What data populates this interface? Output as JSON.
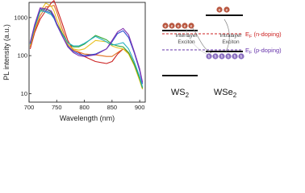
{
  "chart_data": {
    "type": "line",
    "xlabel": "Wavelength (nm)",
    "ylabel": "PL intensity (a.u.)",
    "xlim": [
      700,
      910
    ],
    "ylim": [
      6,
      2500
    ],
    "yscale": "log",
    "xticks": [
      "700",
      "750",
      "800",
      "850",
      "900"
    ],
    "yticks": [
      "10",
      "100",
      "1000"
    ],
    "grid": false,
    "series": [
      {
        "color": "#cc2222",
        "x": [
          702,
          710,
          720,
          730,
          740,
          745,
          750,
          760,
          770,
          780,
          790,
          800,
          820,
          840,
          850,
          860,
          870,
          880,
          890,
          900,
          905
        ],
        "y": [
          150,
          400,
          900,
          1500,
          2400,
          2800,
          1800,
          700,
          250,
          140,
          120,
          95,
          70,
          62,
          70,
          110,
          150,
          120,
          60,
          25,
          14
        ]
      },
      {
        "color": "#e07020",
        "x": [
          702,
          710,
          720,
          730,
          740,
          745,
          750,
          760,
          770,
          780,
          790,
          800,
          820,
          840,
          850,
          860,
          870,
          880,
          890,
          900,
          905
        ],
        "y": [
          170,
          450,
          1100,
          1900,
          2000,
          2100,
          1400,
          500,
          200,
          140,
          125,
          110,
          105,
          95,
          95,
          120,
          150,
          120,
          60,
          25,
          14
        ]
      },
      {
        "color": "#e8c020",
        "x": [
          702,
          710,
          720,
          730,
          740,
          745,
          750,
          760,
          770,
          780,
          790,
          800,
          820,
          840,
          850,
          860,
          870,
          880,
          890,
          900,
          905
        ],
        "y": [
          190,
          500,
          1400,
          2400,
          2000,
          1500,
          900,
          400,
          190,
          150,
          140,
          150,
          250,
          230,
          180,
          160,
          150,
          110,
          55,
          22,
          13
        ]
      },
      {
        "color": "#33a833",
        "x": [
          702,
          710,
          720,
          730,
          740,
          745,
          750,
          760,
          770,
          780,
          790,
          800,
          820,
          840,
          850,
          860,
          870,
          880,
          890,
          900,
          905
        ],
        "y": [
          200,
          550,
          1500,
          1700,
          1400,
          1100,
          700,
          380,
          220,
          170,
          170,
          200,
          340,
          260,
          200,
          180,
          170,
          120,
          60,
          25,
          14
        ]
      },
      {
        "color": "#22b0c0",
        "x": [
          702,
          710,
          720,
          730,
          740,
          745,
          750,
          760,
          770,
          780,
          790,
          800,
          820,
          840,
          850,
          860,
          870,
          880,
          890,
          900,
          905
        ],
        "y": [
          200,
          550,
          1500,
          1400,
          1200,
          950,
          650,
          360,
          220,
          180,
          180,
          210,
          320,
          230,
          190,
          200,
          220,
          150,
          70,
          28,
          15
        ]
      },
      {
        "color": "#3050d0",
        "x": [
          702,
          710,
          720,
          730,
          740,
          745,
          750,
          760,
          770,
          780,
          790,
          800,
          820,
          840,
          850,
          860,
          870,
          880,
          890,
          900,
          905
        ],
        "y": [
          210,
          600,
          1700,
          1500,
          1300,
          1000,
          650,
          330,
          180,
          130,
          110,
          100,
          110,
          150,
          230,
          380,
          450,
          300,
          120,
          40,
          18
        ]
      },
      {
        "color": "#8030b0",
        "x": [
          702,
          710,
          720,
          730,
          740,
          745,
          750,
          760,
          770,
          780,
          790,
          800,
          820,
          840,
          850,
          860,
          870,
          880,
          890,
          900,
          905
        ],
        "y": [
          220,
          650,
          1800,
          1700,
          1500,
          1100,
          700,
          330,
          170,
          120,
          100,
          95,
          105,
          150,
          250,
          420,
          520,
          350,
          130,
          45,
          20
        ]
      }
    ]
  },
  "diagram": {
    "materials": [
      {
        "label_main": "WS",
        "label_sub": "2"
      },
      {
        "label_main": "WSe",
        "label_sub": "2"
      }
    ],
    "electrons": [
      {
        "symbol": "e"
      },
      {
        "symbol": "e"
      },
      {
        "symbol": "e"
      },
      {
        "symbol": "e"
      },
      {
        "symbol": "e"
      },
      {
        "symbol": "e"
      },
      {
        "symbol": "e"
      }
    ],
    "holes": [
      {
        "symbol": "h"
      },
      {
        "symbol": "h"
      },
      {
        "symbol": "h"
      },
      {
        "symbol": "h"
      },
      {
        "symbol": "h"
      },
      {
        "symbol": "h"
      }
    ],
    "exciton_labels": {
      "interlayer_line1": "Interlayer",
      "interlayer_line2": "Exciton",
      "intralayer_line1": "Intralayer",
      "intralayer_line2": "Exciton"
    },
    "fermi_levels": [
      {
        "label_main": "E",
        "label_sub": "F",
        "label_rest": " (n-doping)",
        "color": "#cc2222"
      },
      {
        "label_main": "E",
        "label_sub": "F",
        "label_rest": " (p-doping)",
        "color": "#6633aa"
      }
    ],
    "colors": {
      "electron": "#b8563f",
      "hole": "#8a6ec0",
      "band": "#111111"
    }
  }
}
